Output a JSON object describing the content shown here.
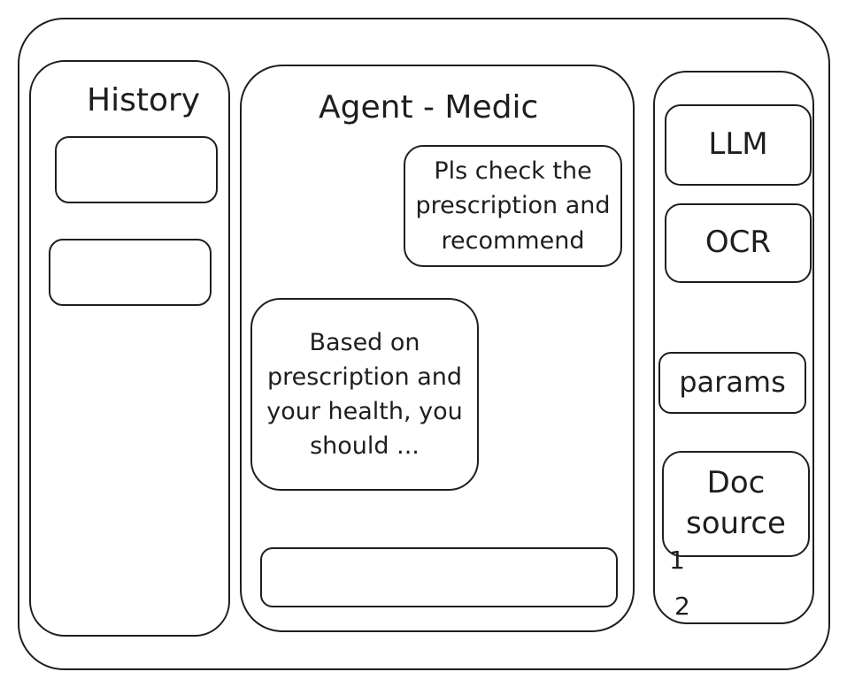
{
  "history": {
    "title": "History",
    "items": [
      "",
      ""
    ]
  },
  "chat": {
    "title": "Agent - Medic",
    "messages": [
      {
        "role": "user",
        "text": "Pls check the prescription and recommend"
      },
      {
        "role": "agent",
        "text": "Based on prescription and your health, you should ..."
      }
    ],
    "input": {
      "value": ""
    }
  },
  "tools": {
    "llm_label": "LLM",
    "ocr_label": "OCR",
    "params_label": "params",
    "doc_source_label": "Doc source",
    "doc_sources": [
      "1",
      "2"
    ]
  }
}
